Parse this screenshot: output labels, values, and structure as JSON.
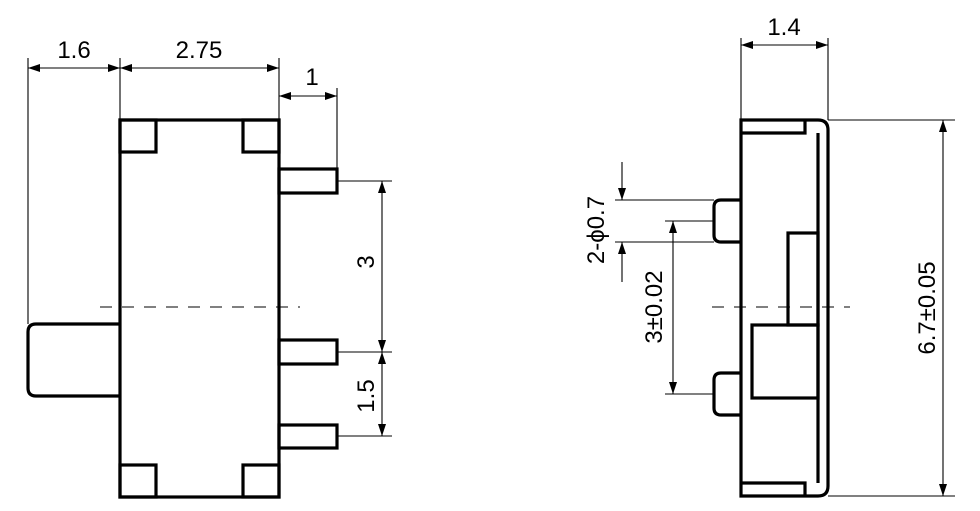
{
  "left_view": {
    "dim_lever_offset": "1.6",
    "dim_body_width": "2.75",
    "dim_pin_length": "1",
    "dim_pin_pitch_large": "3",
    "dim_pin_pitch_small": "1.5"
  },
  "right_view": {
    "dim_thickness": "1.4",
    "dim_post_diameter": "2-ϕ0.7",
    "dim_post_pitch": "3±0.02",
    "dim_height": "6.7±0.05"
  }
}
